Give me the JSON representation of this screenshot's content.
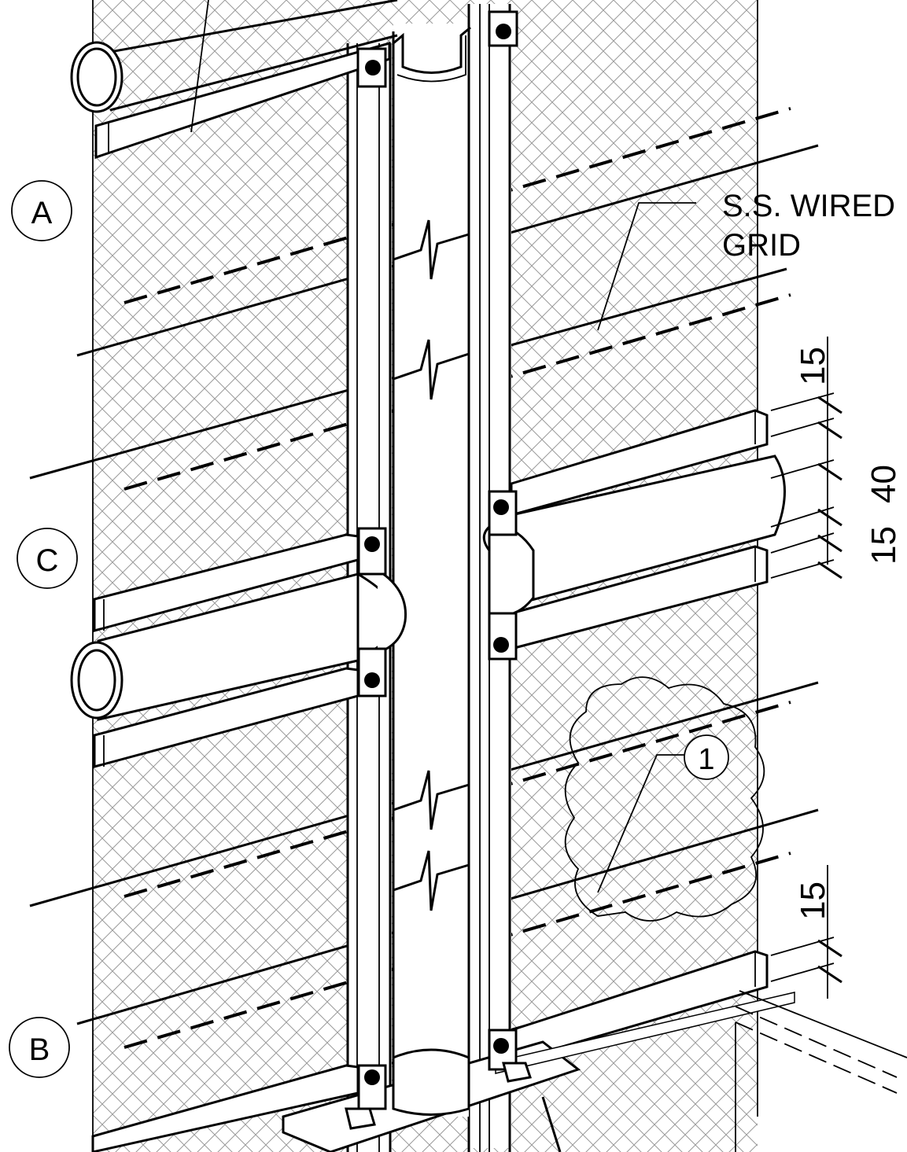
{
  "labels": {
    "wired_grid_line1": "S.S. WIRED",
    "wired_grid_line2": "GRID"
  },
  "markers": {
    "a": "A",
    "b": "B",
    "c": "C",
    "revision": "1"
  },
  "dimensions": {
    "top_15": "15",
    "d40": "40",
    "mid_15": "15",
    "bottom_15": "15"
  }
}
